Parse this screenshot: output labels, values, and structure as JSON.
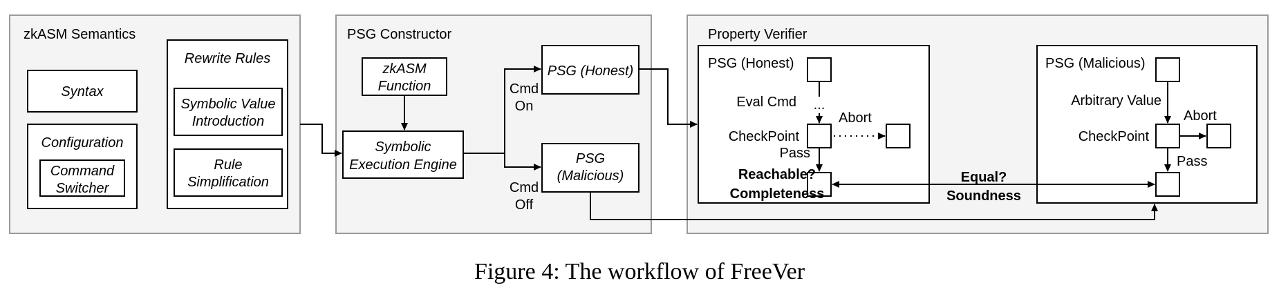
{
  "panels": {
    "semantics": {
      "title": "zkASM Semantics"
    },
    "constructor": {
      "title": "PSG Constructor"
    },
    "verifier": {
      "title": "Property Verifier"
    }
  },
  "semantics": {
    "syntax": "Syntax",
    "configuration": "Configuration",
    "command_switcher": [
      "Command",
      "Switcher"
    ],
    "rewrite_rules": "Rewrite Rules",
    "symbolic_value_introduction": [
      "Symbolic Value",
      "Introduction"
    ],
    "rule_simplification": [
      "Rule",
      "Simplification"
    ]
  },
  "constructor": {
    "zkasm_function": [
      "zkASM",
      "Function"
    ],
    "symbolic_execution_engine": [
      "Symbolic",
      "Execution Engine"
    ],
    "psg_honest": "PSG (Honest)",
    "psg_malicious": [
      "PSG",
      "(Malicious)"
    ],
    "cmd_on": [
      "Cmd",
      "On"
    ],
    "cmd_off": [
      "Cmd",
      "Off"
    ]
  },
  "verifier": {
    "honest_title": "PSG (Honest)",
    "eval_cmd": "Eval Cmd",
    "ellipsis": "...",
    "checkpoint_honest": "CheckPoint",
    "abort_honest": "Abort",
    "pass_honest": "Pass",
    "reachable": "Reachable?",
    "completeness": "Completeness",
    "malicious_title": "PSG (Malicious)",
    "arbitrary_value": "Arbitrary Value",
    "checkpoint_malicious": "CheckPoint",
    "abort_malicious": "Abort",
    "pass_malicious": "Pass",
    "equal": "Equal?",
    "soundness": "Soundness"
  },
  "caption": "Figure 4: The workflow of FreeVer"
}
